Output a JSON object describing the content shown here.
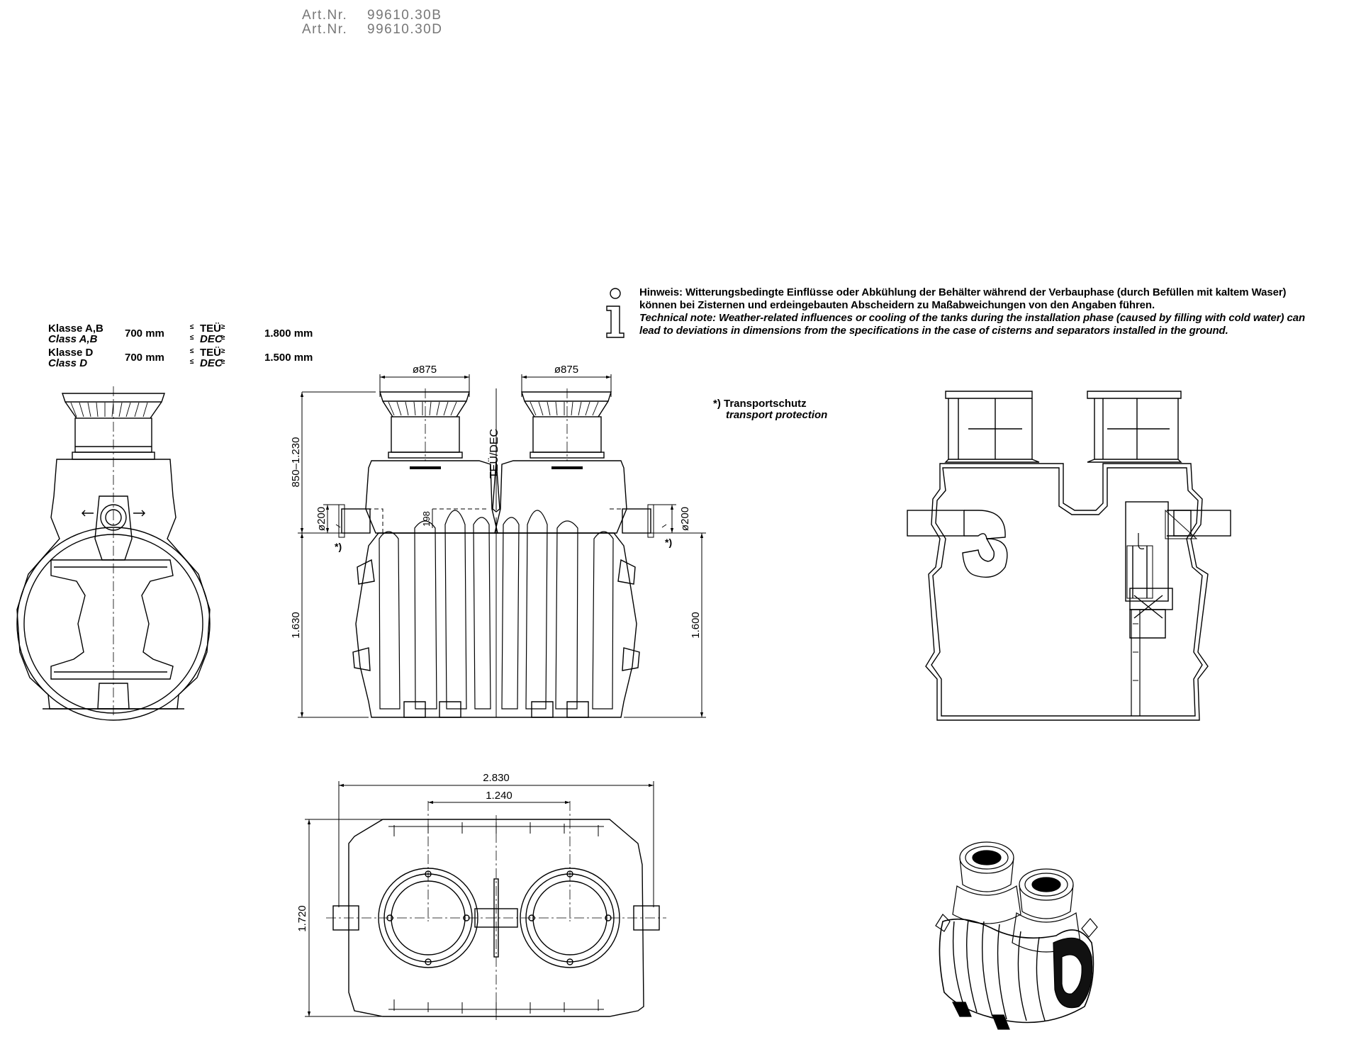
{
  "header": {
    "art_label_1": "Art.Nr.",
    "art_value_1": "99610.30B",
    "art_label_2": "Art.Nr.",
    "art_value_2": "99610.30D"
  },
  "spec_table": {
    "row1": {
      "klasse_de": "Klasse A,B",
      "klasse_en": "Class A,B",
      "size": "700 mm",
      "teu": "TEÜ",
      "dec": "DEC",
      "depth": "1.800 mm"
    },
    "row2": {
      "klasse_de": "Klasse D",
      "klasse_en": "Class D",
      "size": "700 mm",
      "teu": "TEÜ",
      "dec": "DEC",
      "depth": "1.500 mm"
    },
    "symbol_le": "≤",
    "symbol_ge": "≥"
  },
  "note": {
    "icon": "info-icon",
    "line1": "Hinweis: Witterungsbedingte Einflüsse oder Abkühlung der Behälter während der Verbauphase (durch Befüllen mit kaltem Waser)",
    "line2": "können bei Zisternen und erdeingebauten Abscheidern zu Maßabweichungen von den Angaben führen.",
    "line3": "Technical note: Weather-related influences or cooling of the tanks during the installation phase (caused by filling with cold water) can",
    "line4": "lead to deviations in dimensions from the specifications in the case of cisterns and separators installed in the ground."
  },
  "transport": {
    "de": "*) Transportschutz",
    "en": "transport protection"
  },
  "dimensions": {
    "dia_left": "ø875",
    "dia_right": "ø875",
    "height_range": "850–1.230",
    "pipe_left": "ø200",
    "pipe_right": "ø200",
    "offset": "198",
    "teu_dec": "TEÜ/DEC",
    "total_height": "1.630",
    "inlet_height": "1.600",
    "star_left": "*)",
    "star_right": "*)",
    "length": "2.830",
    "spacing": "1.240",
    "width": "1.720"
  },
  "colors": {
    "line": "#000000",
    "dim": "#000000",
    "artnr": "#777777"
  }
}
